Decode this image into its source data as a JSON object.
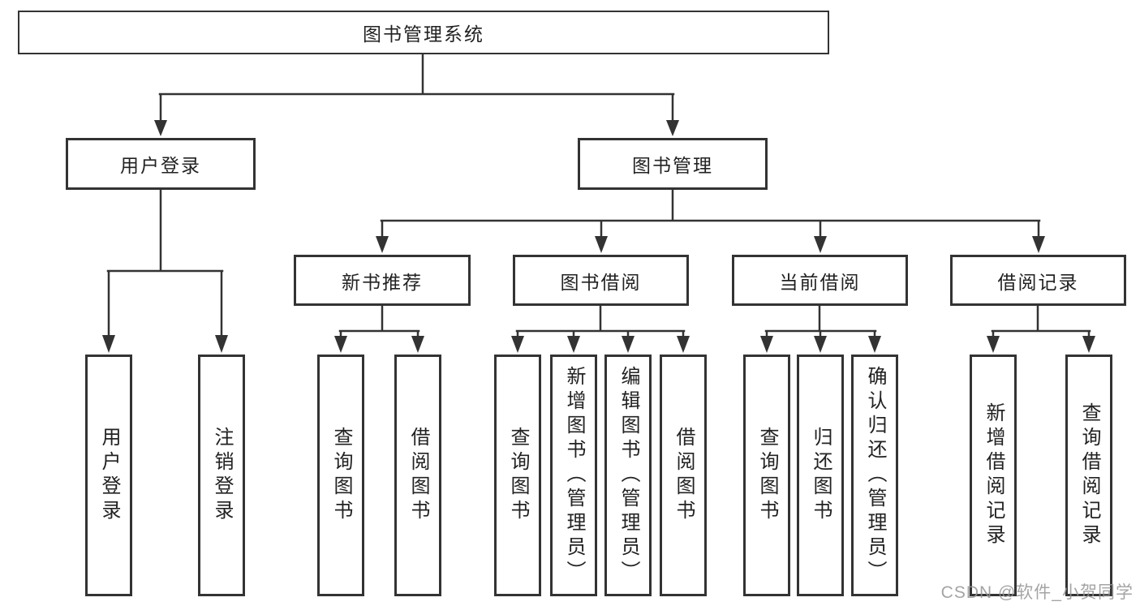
{
  "diagram": {
    "title": "图书管理系统",
    "nodes": {
      "root": {
        "label": "图书管理系统"
      },
      "user_login": {
        "label": "用户登录"
      },
      "book_mgmt": {
        "label": "图书管理"
      },
      "new_book": {
        "label": "新书推荐"
      },
      "book_borrow": {
        "label": "图书借阅"
      },
      "current_borrow": {
        "label": "当前借阅"
      },
      "borrow_record": {
        "label": "借阅记录"
      },
      "leaves": {
        "user_login_action": {
          "label": "用户登录"
        },
        "logout_action": {
          "label": "注销登录"
        },
        "query_book_rec": {
          "label": "查询图书"
        },
        "borrow_book_rec": {
          "label": "借阅图书"
        },
        "query_book_borrow": {
          "label": "查询图书"
        },
        "add_book_admin": {
          "label": "新增图书（管理员）"
        },
        "edit_book_admin": {
          "label": "编辑图书（管理员）"
        },
        "borrow_book_borrow": {
          "label": "借阅图书"
        },
        "query_book_current": {
          "label": "查询图书"
        },
        "return_book": {
          "label": "归还图书"
        },
        "confirm_return_admin": {
          "label": "确认归还（管理员）"
        },
        "add_borrow_record": {
          "label": "新增借阅记录"
        },
        "query_borrow_record": {
          "label": "查询借阅记录"
        }
      }
    },
    "edges": [
      {
        "from": "root",
        "to": [
          "user_login",
          "book_mgmt"
        ]
      },
      {
        "from": "user_login",
        "to": [
          "user_login_action",
          "logout_action"
        ]
      },
      {
        "from": "book_mgmt",
        "to": [
          "new_book",
          "book_borrow",
          "current_borrow",
          "borrow_record"
        ]
      },
      {
        "from": "new_book",
        "to": [
          "query_book_rec",
          "borrow_book_rec"
        ]
      },
      {
        "from": "book_borrow",
        "to": [
          "query_book_borrow",
          "add_book_admin",
          "edit_book_admin",
          "borrow_book_borrow"
        ]
      },
      {
        "from": "current_borrow",
        "to": [
          "query_book_current",
          "return_book",
          "confirm_return_admin"
        ]
      },
      {
        "from": "borrow_record",
        "to": [
          "add_borrow_record",
          "query_borrow_record"
        ]
      }
    ],
    "colors": {
      "line": "#333333",
      "border": "#333333",
      "text": "#222222",
      "background": "#ffffff",
      "watermark": "#949494"
    }
  },
  "watermark": "CSDN @软件_小贺同学"
}
